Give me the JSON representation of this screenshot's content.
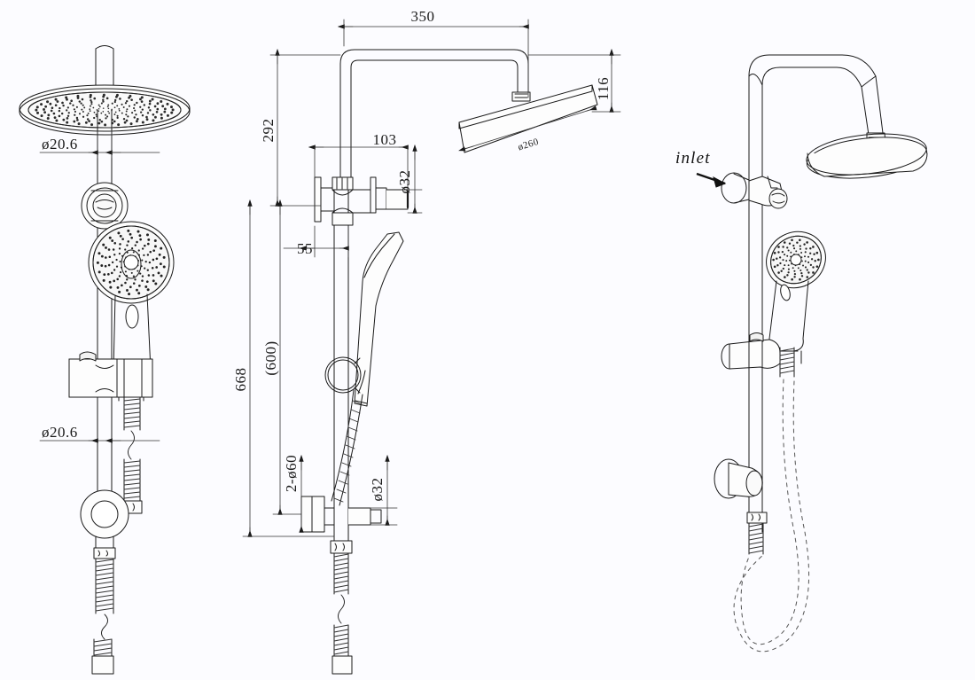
{
  "drawing": {
    "title": "Shower Column Technical Drawing",
    "background_color": "#fcfcff",
    "line_color": "#1a1a1a",
    "views": [
      {
        "name": "front-elevation",
        "position": "left"
      },
      {
        "name": "side-elevation",
        "position": "center"
      },
      {
        "name": "isometric-3d-view",
        "position": "right"
      }
    ]
  },
  "annotations": {
    "inlet_label": "inlet"
  },
  "dimensions": {
    "front_view": [
      {
        "id": "dia-rail-top",
        "label": "ø20.6",
        "value": 20.6,
        "symbol": "ø",
        "unit": "mm"
      },
      {
        "id": "dia-rail-bottom",
        "label": "ø20.6",
        "value": 20.6,
        "symbol": "ø",
        "unit": "mm"
      }
    ],
    "side_view": [
      {
        "id": "arm-reach",
        "label": "350",
        "value": 350,
        "unit": "mm"
      },
      {
        "id": "riser-to-arm",
        "label": "292",
        "value": 292,
        "unit": "mm"
      },
      {
        "id": "head-drop",
        "label": "116",
        "value": 116,
        "unit": "mm"
      },
      {
        "id": "head-dia",
        "label": "ø260",
        "value": 260,
        "symbol": "ø",
        "unit": "mm"
      },
      {
        "id": "diverter-projection",
        "label": "103",
        "value": 103,
        "unit": "mm"
      },
      {
        "id": "diverter-dia",
        "label": "ø32",
        "value": 32,
        "symbol": "ø",
        "unit": "mm"
      },
      {
        "id": "bracket-offset",
        "label": "55",
        "value": 55,
        "unit": "mm"
      },
      {
        "id": "overall-height",
        "label": "668",
        "value": 668,
        "unit": "mm"
      },
      {
        "id": "adjustable-height",
        "label": "(600)",
        "value": 600,
        "unit": "mm"
      },
      {
        "id": "mount-holes",
        "label": "2-ø60",
        "value": 60,
        "count": 2,
        "symbol": "ø",
        "unit": "mm"
      },
      {
        "id": "outlet-dia",
        "label": "ø32",
        "value": 32,
        "symbol": "ø",
        "unit": "mm"
      }
    ]
  },
  "components": {
    "rain_shower_head": "rain-shower-head",
    "shower_arm": "shower-arm",
    "riser_rail": "riser-rail",
    "diverter_valve": "diverter-valve",
    "hand_shower": "hand-shower",
    "slide_bracket": "slide-bracket",
    "wall_flange": "wall-flange",
    "flexible_hose": "flexible-hose"
  }
}
